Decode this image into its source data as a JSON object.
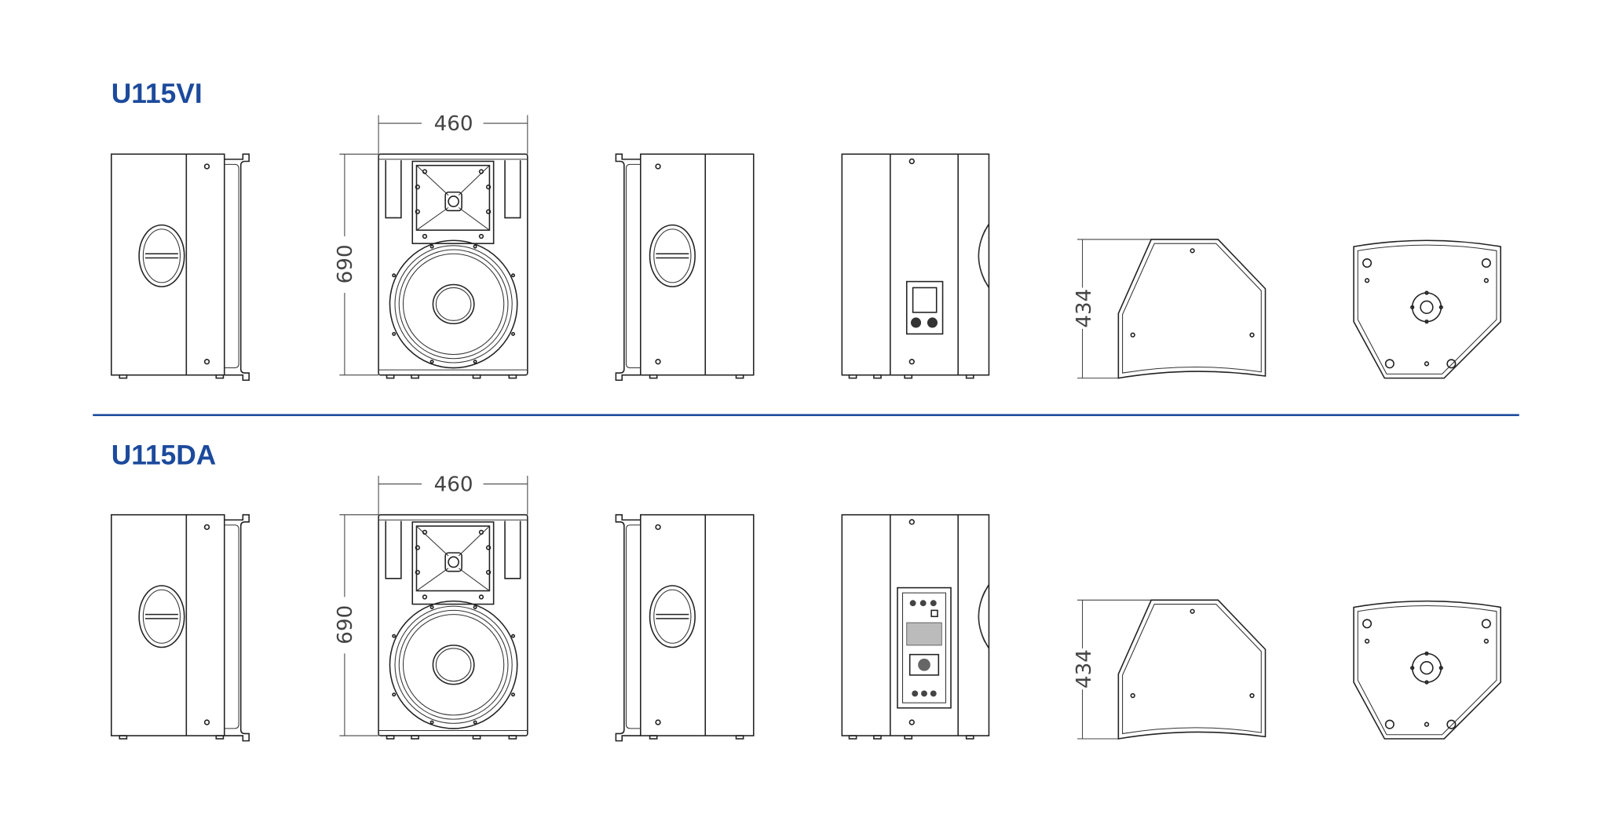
{
  "colors": {
    "accent": "#1c4a9c",
    "line": "#222222"
  },
  "models": [
    {
      "title": "U115VI",
      "width_label": "460",
      "height_label": "690",
      "depth_label": "434",
      "rear_panel": "passive"
    },
    {
      "title": "U115DA",
      "width_label": "460",
      "height_label": "690",
      "depth_label": "434",
      "rear_panel": "amplifier"
    }
  ]
}
